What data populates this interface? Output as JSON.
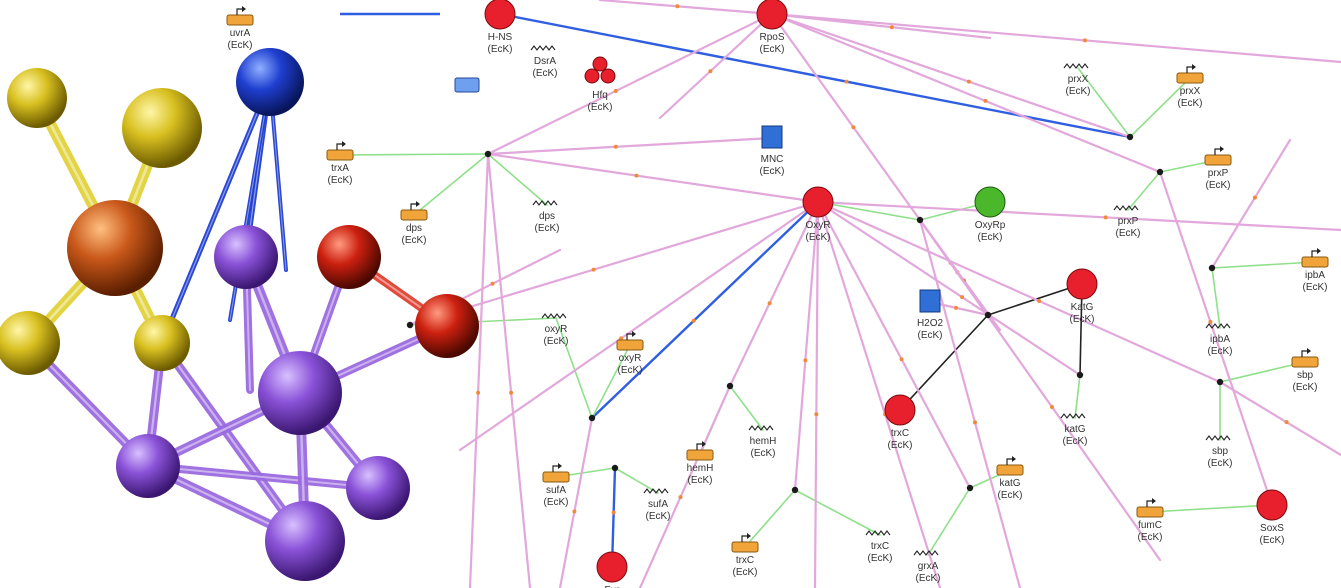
{
  "labels": {
    "uvrA": "uvrA",
    "hns": "H-NS",
    "dsrA": "DsrA",
    "hfq": "Hfq",
    "rpoS": "RpoS",
    "trxA": "trxA",
    "mnc": "MNC",
    "dps_g": "dps",
    "dps_r": "dps",
    "oxyR_p": "OxyR",
    "oxyRp": "OxyRp",
    "oxyR_g": "oxyR",
    "oxyR_r": "oxyR",
    "h2o2": "H2O2",
    "katG_p": "KatG",
    "katG_r": "katG",
    "katG_g": "katG",
    "hemH_g": "hemH",
    "hemH_r": "hemH",
    "sufA_g": "sufA",
    "sufA_r": "sufA",
    "fur": "Fur",
    "trxC_g": "trxC",
    "trxC_r": "trxC",
    "grxA": "grxA",
    "prxX_r": "prxX",
    "prxX_g": "prxX",
    "prxP_g": "prxP",
    "prxP_r": "prxP",
    "ipbA_g": "ipbA",
    "ipbA_r": "ipbA",
    "sbp_g": "sbp",
    "sbp_r": "sbp",
    "fumC": "fumC",
    "soxS": "SoxS",
    "ecK": "(EcK)"
  },
  "colors": {
    "protein": "#e8202e",
    "protein_active": "#4bb82c",
    "metabolite": "#2f6fd6",
    "gene": "#f0a43a",
    "activation": "#e2a8dc",
    "binding": "#8fe08a",
    "inhibition": "#2f5fe0",
    "reaction": "#222222",
    "atom_yellow": "#d9c21f",
    "atom_orange": "#c9581a",
    "atom_blue": "#1f3fd0",
    "atom_purple": "#8a52d8",
    "atom_red": "#cc2010"
  }
}
